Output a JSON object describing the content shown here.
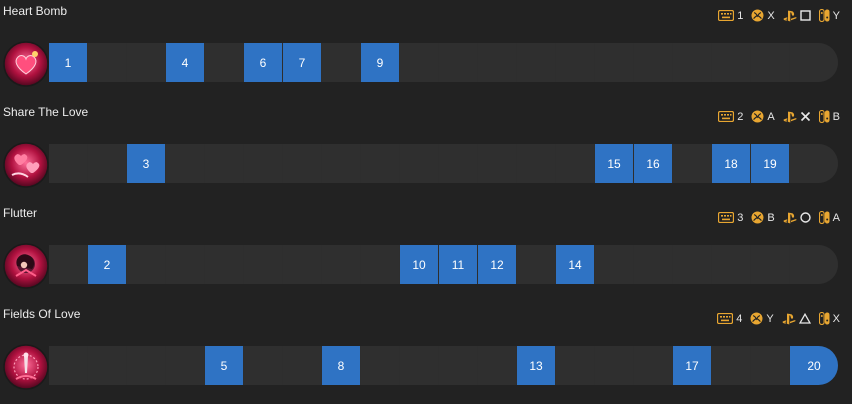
{
  "abilities": [
    {
      "name": "Heart Bomb",
      "icon": "heart-bomb-icon",
      "keys": {
        "keyboard": "1",
        "xbox": "X",
        "playstation_symbol": "square",
        "switch": "Y"
      },
      "active_levels": [
        1,
        4,
        6,
        7,
        9
      ]
    },
    {
      "name": "Share The Love",
      "icon": "share-the-love-icon",
      "keys": {
        "keyboard": "2",
        "xbox": "A",
        "playstation_symbol": "cross",
        "switch": "B"
      },
      "active_levels": [
        3,
        15,
        16,
        18,
        19
      ]
    },
    {
      "name": "Flutter",
      "icon": "flutter-icon",
      "keys": {
        "keyboard": "3",
        "xbox": "B",
        "playstation_symbol": "circle",
        "switch": "A"
      },
      "active_levels": [
        2,
        10,
        11,
        12,
        14
      ]
    },
    {
      "name": "Fields Of Love",
      "icon": "fields-of-love-icon",
      "keys": {
        "keyboard": "4",
        "xbox": "Y",
        "playstation_symbol": "triangle",
        "switch": "X"
      },
      "active_levels": [
        5,
        8,
        13,
        17,
        20
      ]
    }
  ],
  "max_level": 20,
  "colors": {
    "background": "#222222",
    "cell": "#2f2f2f",
    "active": "#2f73c4",
    "platform_icon": "#e8a631"
  }
}
